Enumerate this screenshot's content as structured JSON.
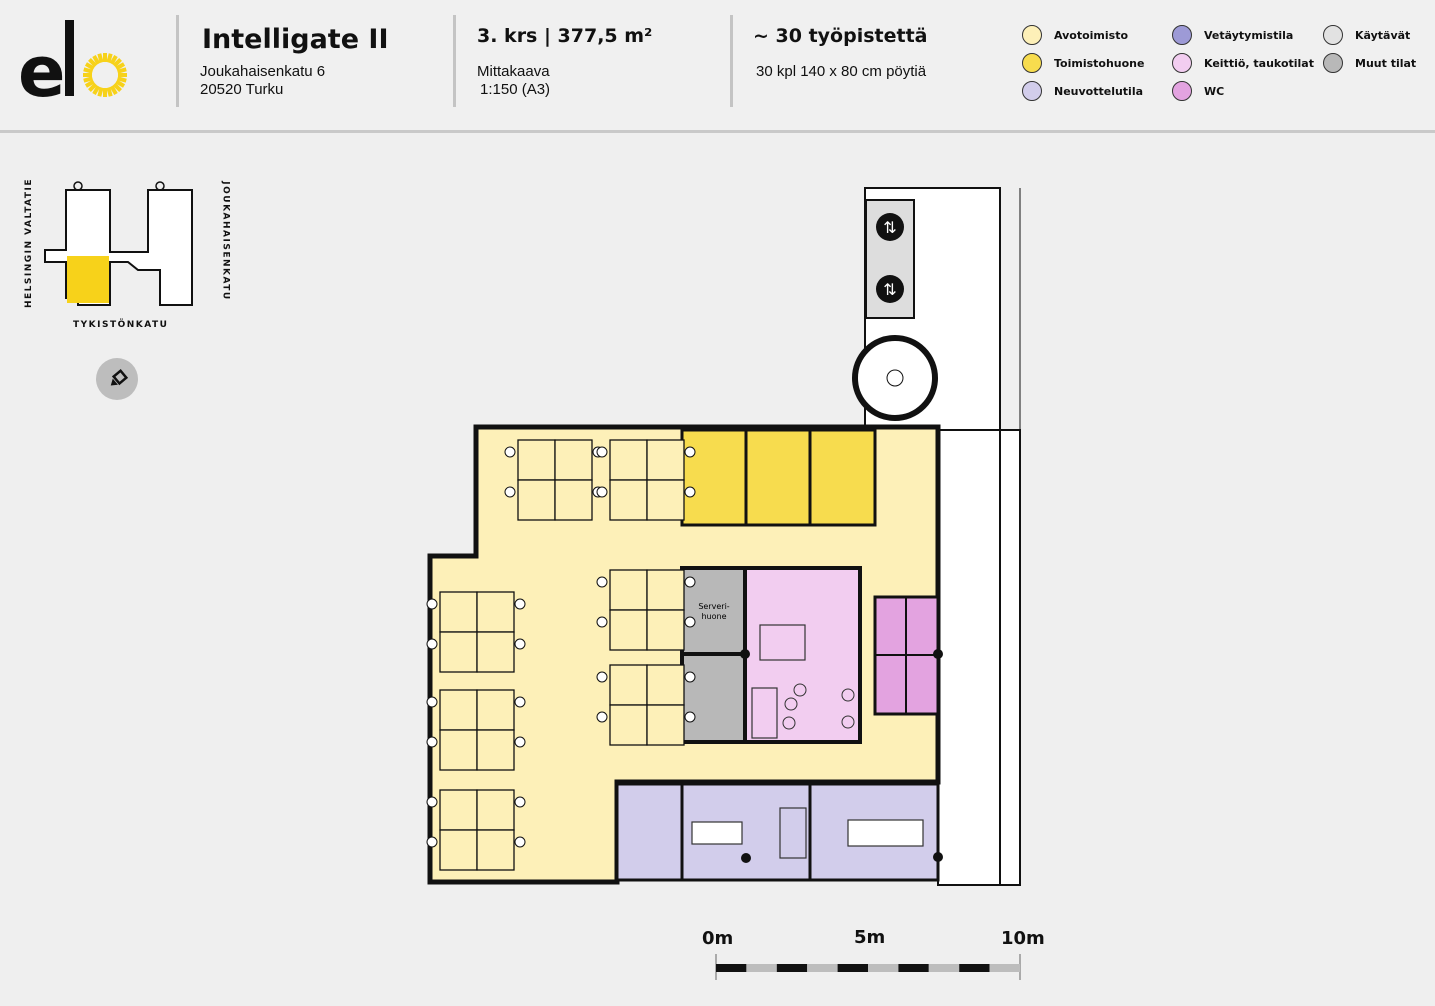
{
  "header": {
    "logo_text": "elo",
    "building_name": "Intelligate II",
    "address_line1": "Joukahaisenkatu 6",
    "address_line2": "20520 Turku",
    "floor_area": "3. krs | 377,5 m²",
    "scale_label": "Mittakaava",
    "scale_value": "1:150 (A3)",
    "workstations": "~ 30 työpistettä",
    "desks": "30 kpl 140 x 80 cm pöytiä"
  },
  "legend": [
    {
      "label": "Avotoimisto",
      "color": "#fdf0b8"
    },
    {
      "label": "Toimistohuone",
      "color": "#f7dc4e"
    },
    {
      "label": "Neuvottelutila",
      "color": "#d2cdeb"
    },
    {
      "label": "Vetäytymistila",
      "color": "#9d9ad6"
    },
    {
      "label": "Keittiö, taukotilat",
      "color": "#f2cdf0"
    },
    {
      "label": "WC",
      "color": "#e3a3e0"
    },
    {
      "label": "Käytävät",
      "color": "#e2e2e2"
    },
    {
      "label": "Muut tilat",
      "color": "#b8b8b8"
    }
  ],
  "location_map": {
    "street_west": "HELSINGIN VALTATIE",
    "street_east": "JOUKAHAISENKATU",
    "street_south": "TYKISTÖNKATU",
    "highlight_color": "#f7d21a"
  },
  "floor_plan": {
    "server_room_label_1": "Serveri-",
    "server_room_label_2": "huone"
  },
  "scale_bar": {
    "labels": [
      "0m",
      "5m",
      "10m"
    ]
  }
}
